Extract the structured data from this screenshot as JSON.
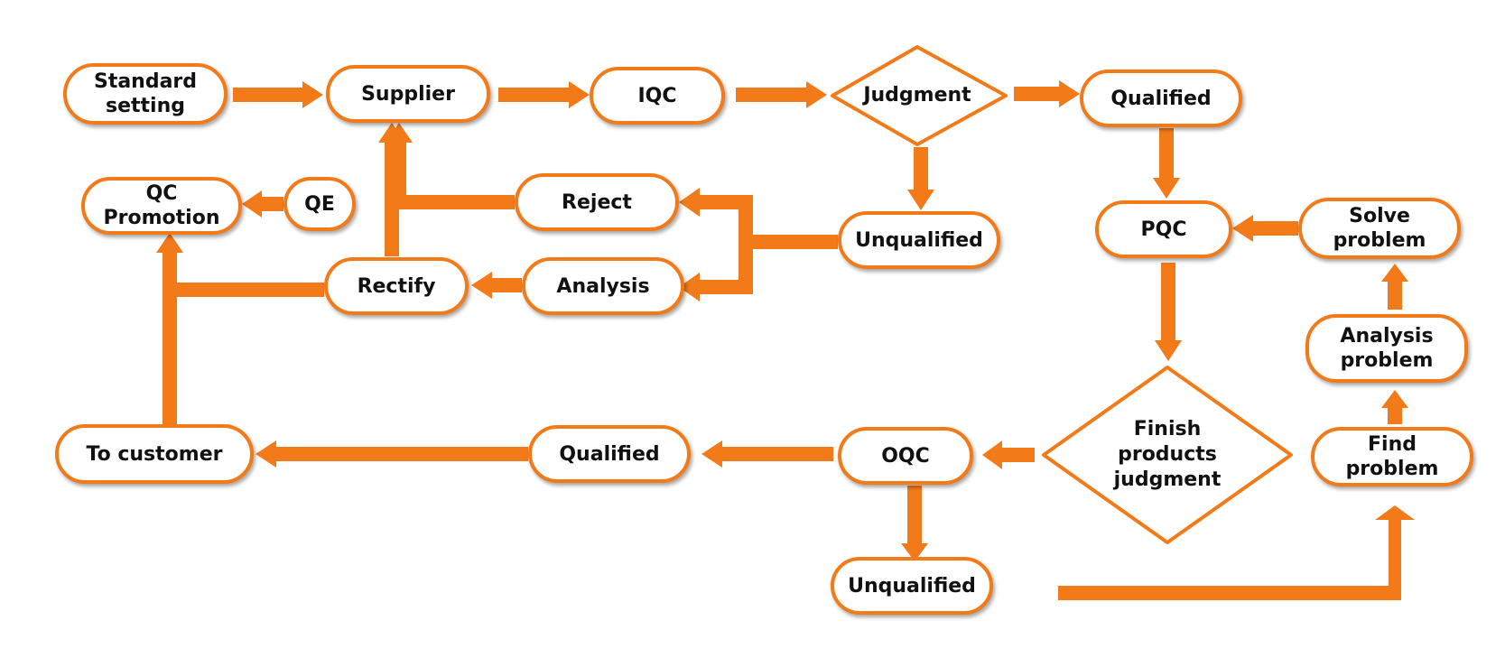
{
  "colors": {
    "accent": "#f37a18",
    "text": "#111111",
    "background": "#ffffff"
  },
  "nodes": {
    "standard_setting": "Standard\nsetting",
    "supplier": "Supplier",
    "iqc": "IQC",
    "judgment": "Judgment",
    "qualified_top": "Qualified",
    "qc_promotion": "QC\nPromotion",
    "qe": "QE",
    "reject": "Reject",
    "unqualified_top": "Unqualified",
    "rectify": "Rectify",
    "analysis": "Analysis",
    "pqc": "PQC",
    "solve_problem": "Solve\nproblem",
    "analysis_problem": "Analysis\nproblem",
    "finish_products_judgment": "Finish\nproducts\njudgment",
    "find_problem": "Find\nproblem",
    "to_customer": "To customer",
    "qualified_bottom": "Qualified",
    "oqc": "OQC",
    "unqualified_bottom": "Unqualified"
  }
}
